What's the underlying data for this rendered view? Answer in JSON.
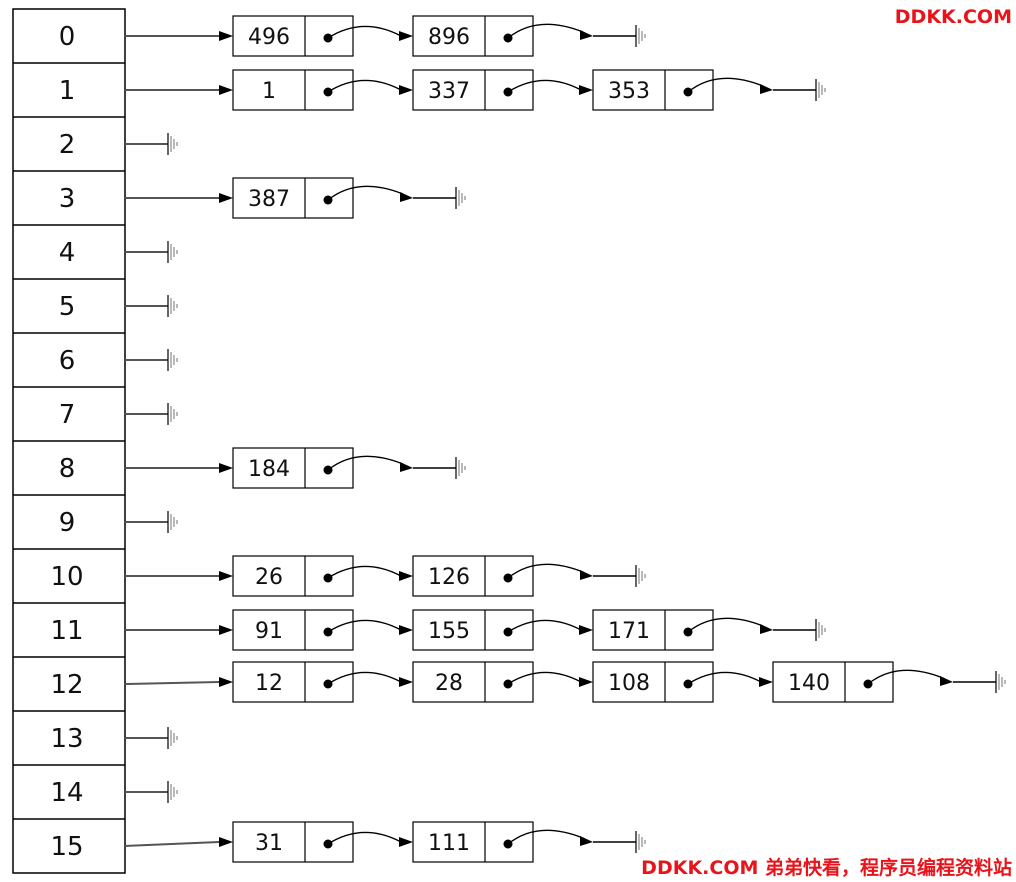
{
  "watermark": {
    "top": "DDKK.COM",
    "bottom": "DDKK.COM 弟弟快看，程序员编程资料站"
  },
  "colors": {
    "line": "#000000",
    "arrow_line": "#555555",
    "ground": "#8a8a8a",
    "watermark": "#e8141b"
  },
  "hash_table": {
    "buckets": [
      {
        "index": "0",
        "nodes": [
          "496",
          "896"
        ]
      },
      {
        "index": "1",
        "nodes": [
          "1",
          "337",
          "353"
        ]
      },
      {
        "index": "2",
        "nodes": []
      },
      {
        "index": "3",
        "nodes": [
          "387"
        ]
      },
      {
        "index": "4",
        "nodes": []
      },
      {
        "index": "5",
        "nodes": []
      },
      {
        "index": "6",
        "nodes": []
      },
      {
        "index": "7",
        "nodes": []
      },
      {
        "index": "8",
        "nodes": [
          "184"
        ]
      },
      {
        "index": "9",
        "nodes": []
      },
      {
        "index": "10",
        "nodes": [
          "26",
          "126"
        ]
      },
      {
        "index": "11",
        "nodes": [
          "91",
          "155",
          "171"
        ]
      },
      {
        "index": "12",
        "nodes": [
          "12",
          "28",
          "108",
          "140"
        ]
      },
      {
        "index": "13",
        "nodes": []
      },
      {
        "index": "14",
        "nodes": []
      },
      {
        "index": "15",
        "nodes": [
          "31",
          "111"
        ]
      }
    ]
  }
}
